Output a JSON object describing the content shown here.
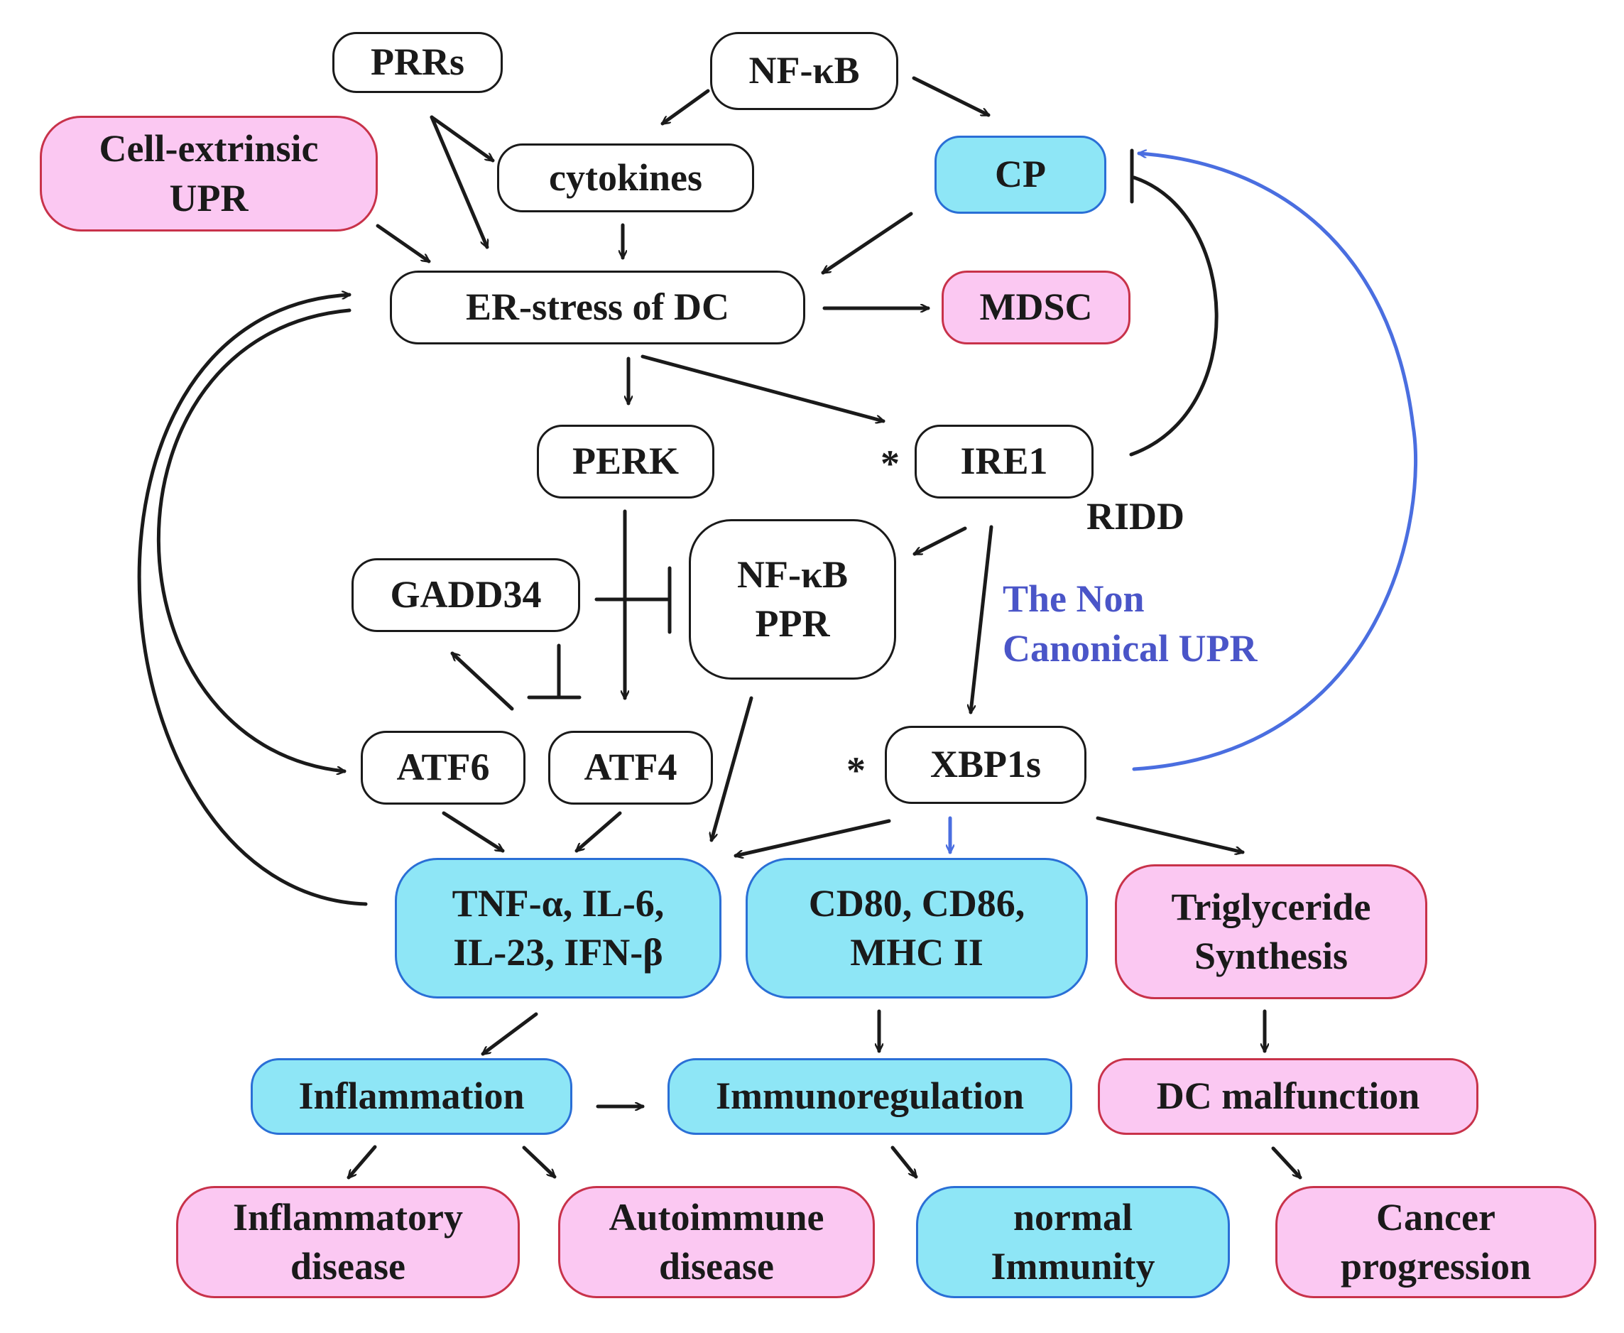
{
  "diagram": {
    "nodes": {
      "prrs": "PRRs",
      "nfkb_top": "NF-κB",
      "cell_extrinsic_upr": "Cell-extrinsic\nUPR",
      "cytokines": "cytokines",
      "cp": "CP",
      "er_stress": "ER-stress of DC",
      "mdsc": "MDSC",
      "perk": "PERK",
      "ire1": "IRE1",
      "gadd34": "GADD34",
      "nfkb_ppr": "NF-κB\nPPR",
      "atf6": "ATF6",
      "atf4": "ATF4",
      "xbp1s": "XBP1s",
      "tnf_group": "TNF-α, IL-6,\nIL-23, IFN-β",
      "cd_group": "CD80, CD86,\nMHC II",
      "triglyceride": "Triglyceride\nSynthesis",
      "inflammation": "Inflammation",
      "immunoregulation": "Immunoregulation",
      "dc_malfunction": "DC malfunction",
      "inflammatory_disease": "Inflammatory\ndisease",
      "autoimmune_disease": "Autoimmune\ndisease",
      "normal_immunity": "normal\nImmunity",
      "cancer_progression": "Cancer\nprogression"
    },
    "labels": {
      "ridd": "RIDD",
      "non_canonical_upr": "The Non\nCanonical UPR",
      "asterisk_ire1": "*",
      "asterisk_xbp1s": "*"
    },
    "colors": {
      "pink_fill": "#fbc8f2",
      "pink_border": "#c8324a",
      "blue_fill": "#8ee6f6",
      "blue_border": "#2a6fd6",
      "line": "#1a1a1a",
      "noncanonical_arrow": "#4a6ee0",
      "noncanonical_text": "#4a55c8"
    }
  }
}
